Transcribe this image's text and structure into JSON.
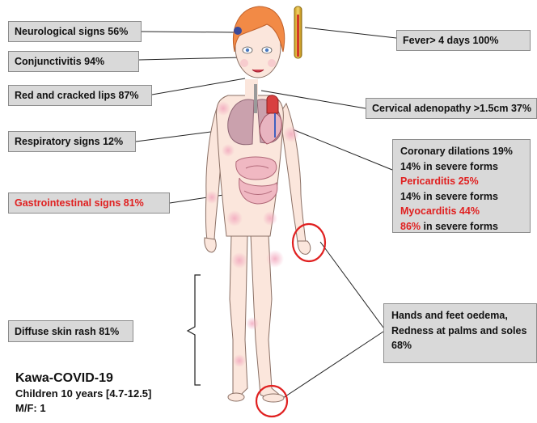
{
  "labels": {
    "neurological": "Neurological signs 56%",
    "conjunctivitis": "Conjunctivitis  94%",
    "lips": "Red and cracked lips 87%",
    "respiratory": "Respiratory signs 12%",
    "gastro": "Gastrointestinal signs 81%",
    "skin_rash": "Diffuse skin rash 81%",
    "fever": "Fever> 4 days 100%",
    "cervical": "Cervical adenopathy >1.5cm 37%"
  },
  "cardiac": {
    "line1": "Coronary dilations 19%",
    "line2": "14% in severe forms",
    "line3": "Pericarditis 25%",
    "line4": "14% in severe forms",
    "line5": "Myocarditis 44%",
    "line6_pct": "86%",
    "line6_rest": " in severe forms"
  },
  "extremities": {
    "line1": "Hands and feet oedema,",
    "line2": "Redness at palms and soles",
    "line3": "68%"
  },
  "footer": {
    "title": "Kawa-COVID-19",
    "age": "Children 10 years [4.7-12.5]",
    "sex_ratio": "M/F: 1"
  },
  "colors": {
    "box_fill": "#d9d9d9",
    "highlight_red": "#e02020",
    "skin": "#fbe6dc",
    "hair": "#f28a46",
    "rash": "#f2a8be"
  }
}
